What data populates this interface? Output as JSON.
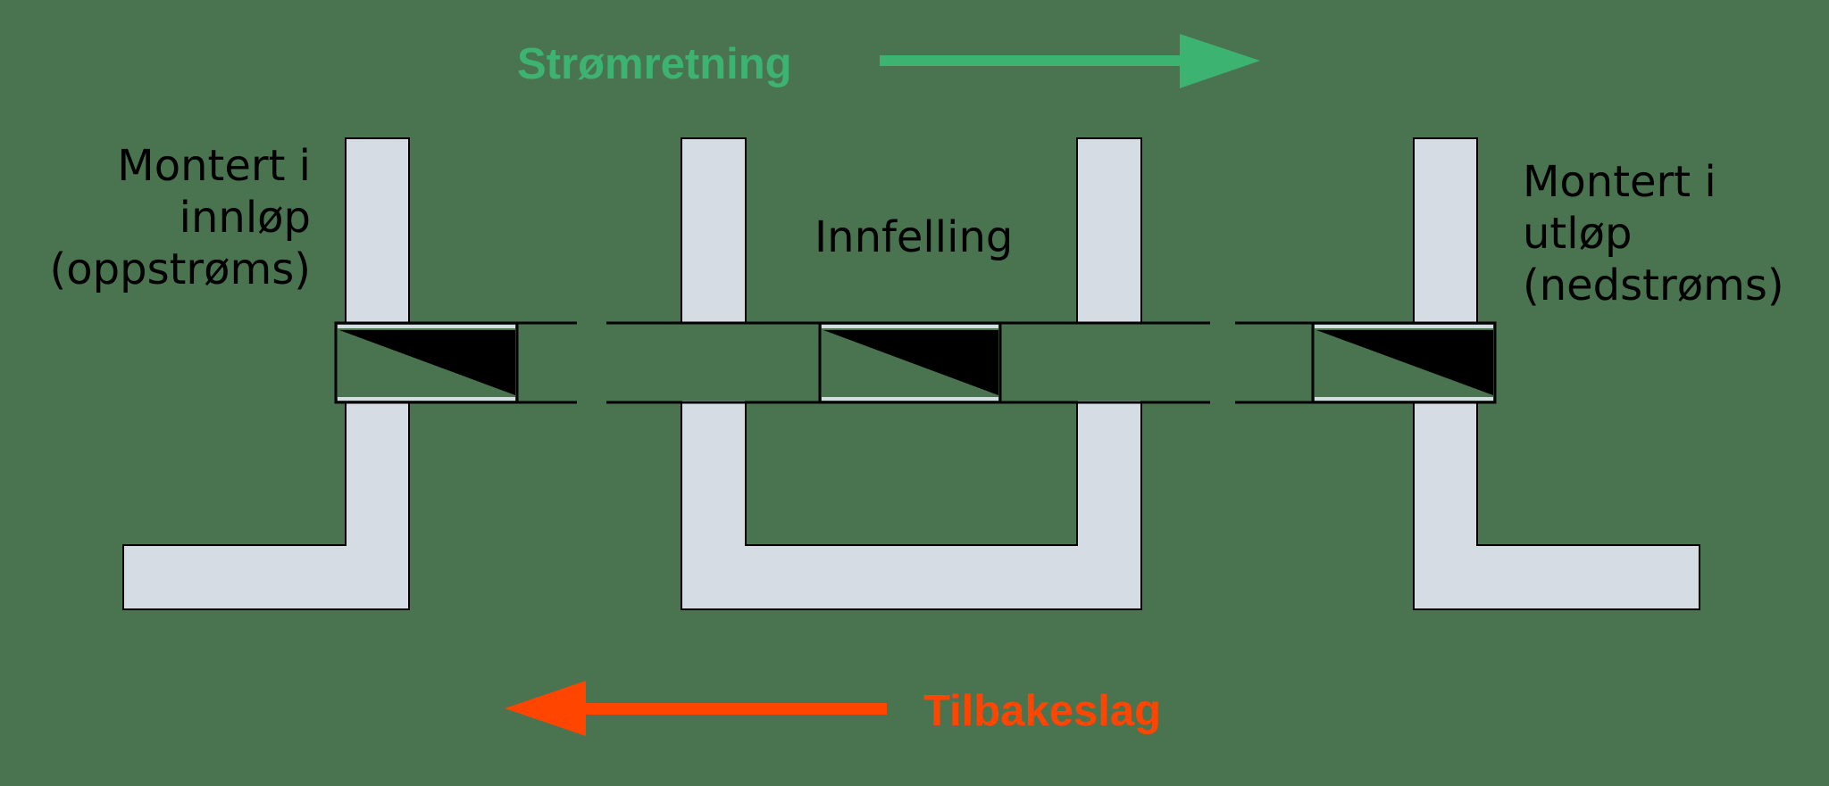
{
  "diagram": {
    "background_color": "#4a7350",
    "wall_color": "#d6dce4",
    "flow_direction": {
      "label": "Strømretning",
      "color": "#3cb371",
      "direction": "right"
    },
    "backflow": {
      "label": "Tilbakeslag",
      "color": "#ff4500",
      "direction": "left"
    },
    "installations": [
      {
        "id": "inlet",
        "label_lines": [
          "Montert i",
          "innløp",
          "(oppstrøms)"
        ]
      },
      {
        "id": "recessed",
        "label_lines": [
          "Innfelling"
        ]
      },
      {
        "id": "outlet",
        "label_lines": [
          "Montert i",
          "utløp",
          "(nedstrøms)"
        ]
      }
    ]
  }
}
